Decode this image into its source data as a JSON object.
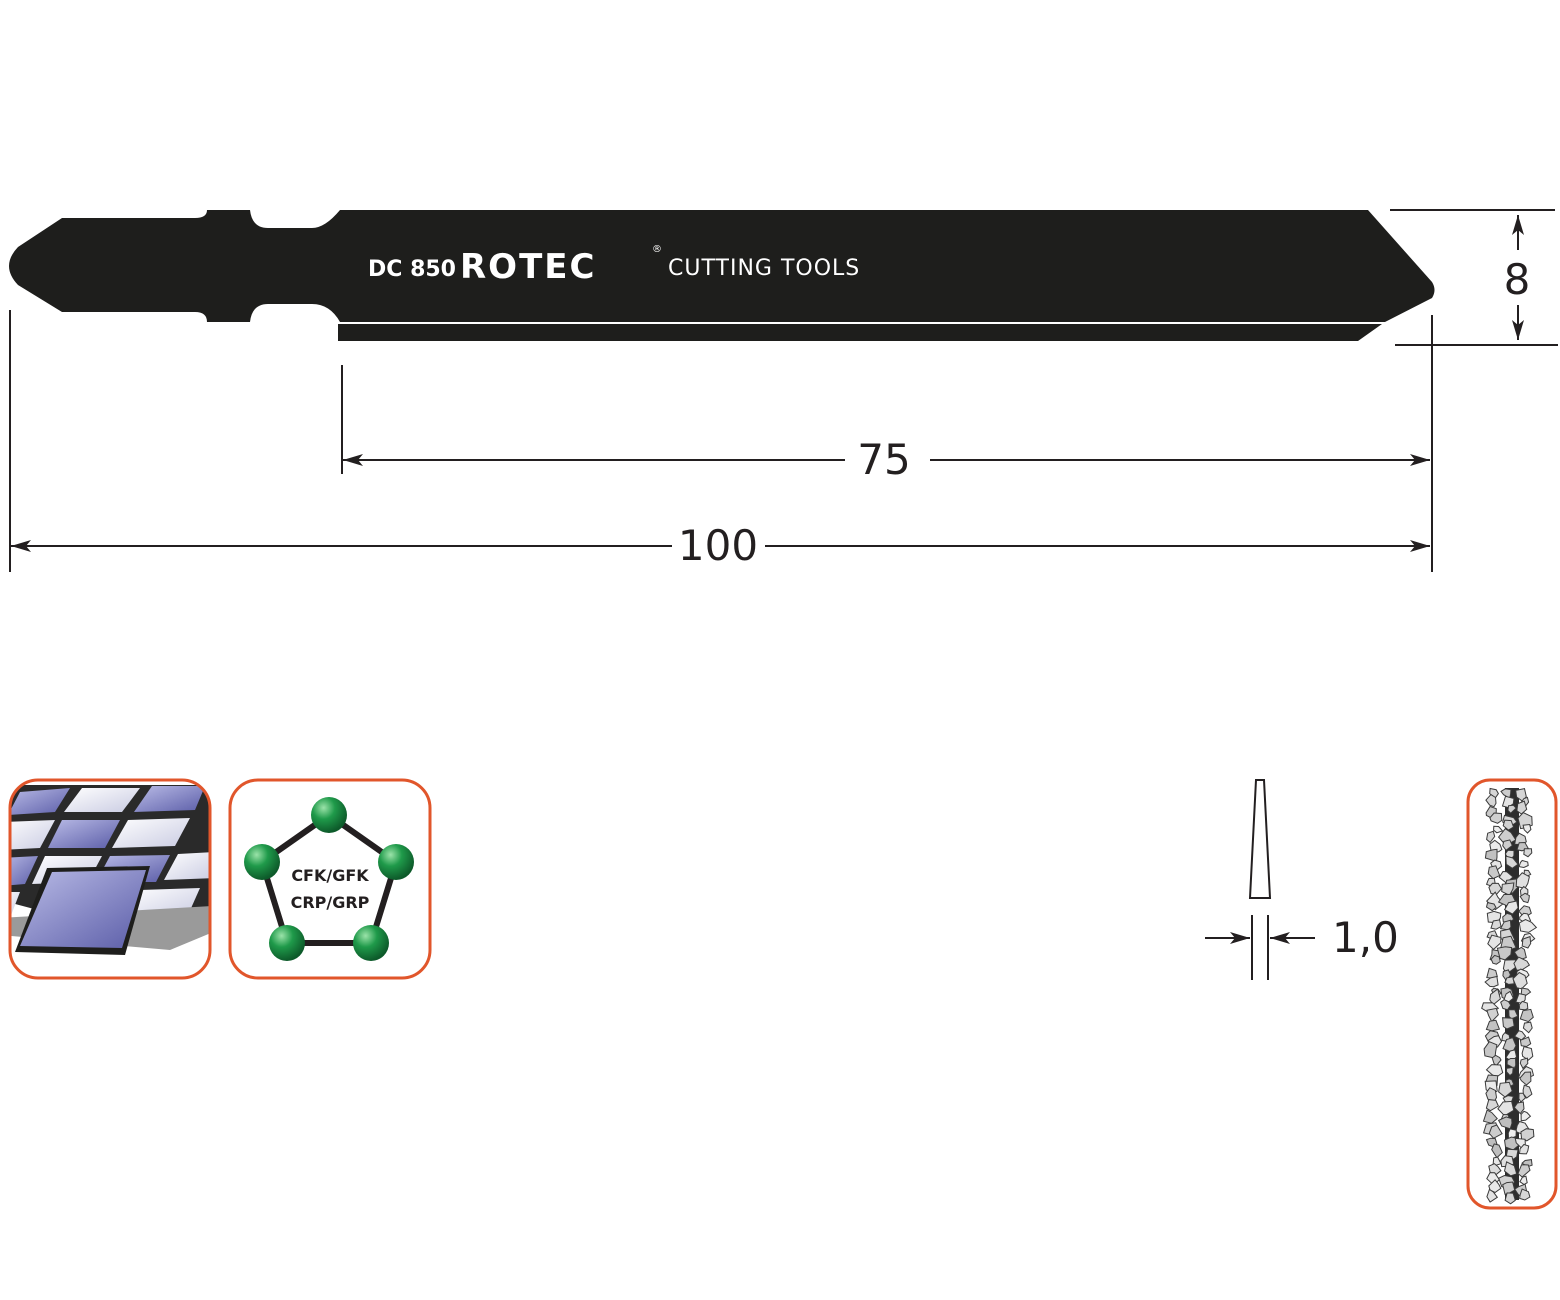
{
  "blade": {
    "code": "DC 850",
    "brand": "ROTEC",
    "registered_mark": "®",
    "tagline": "CUTTING TOOLS"
  },
  "dimensions": {
    "width": "8",
    "working_length": "75",
    "total_length": "100",
    "thickness": "1,0"
  },
  "materials": {
    "line1": "CFK/GFK",
    "line2": "CRP/GRP"
  },
  "colors": {
    "blade": "#1e1e1c",
    "accent": "#e1562b",
    "ball": "#1f9a4a",
    "tile": "#6d6fb4"
  },
  "icons": {
    "tile_icon": "ceramic-tile-icon",
    "fibre_icon": "fibre-composite-icon",
    "grit_icon": "diamond-grit-icon"
  }
}
